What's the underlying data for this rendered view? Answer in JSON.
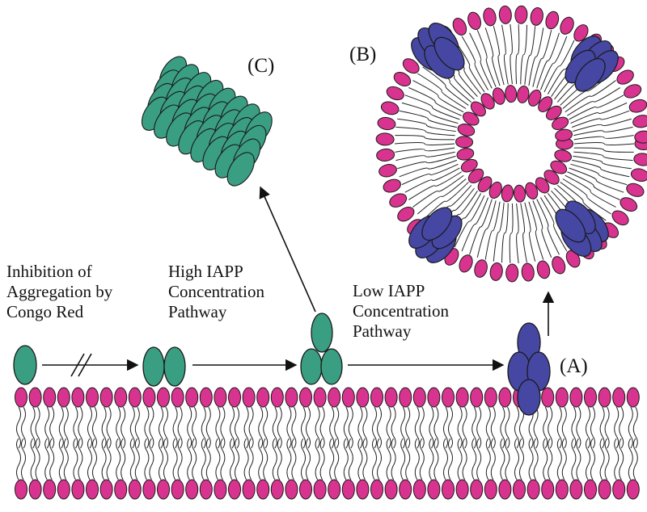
{
  "labels": {
    "inhibition": [
      "Inhibition of",
      "Aggregation by",
      "Congo Red"
    ],
    "high_pathway": [
      "High IAPP",
      "Concentration",
      "Pathway"
    ],
    "low_pathway": [
      "Low IAPP",
      "Concentration",
      "Pathway"
    ],
    "tag_a": "(A)",
    "tag_b": "(B)",
    "tag_c": "(C)"
  },
  "colors": {
    "headgroup": "#d8348f",
    "iapp_monomer": "#3a9e82",
    "iapp_membrane": "#4547a3",
    "outline": "#1a1a1a",
    "tails": "#222222"
  },
  "icons": {
    "blocked_arrow": "double-slash-arrow",
    "arrow": "arrow"
  }
}
